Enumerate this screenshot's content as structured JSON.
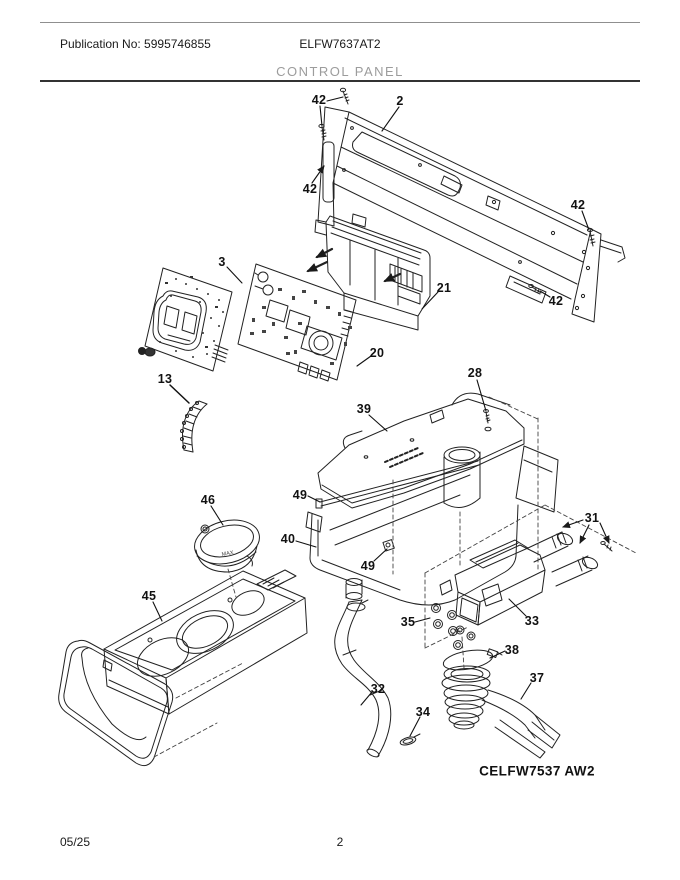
{
  "header": {
    "publication": "Publication No: 5995746855",
    "model": "ELFW7637AT2",
    "section_title": "CONTROL PANEL"
  },
  "diagram": {
    "variant_code": "CELFW7537 AW2",
    "cup_marking": "MAX",
    "callouts": [
      {
        "part": "42"
      },
      {
        "part": "2"
      },
      {
        "part": "42"
      },
      {
        "part": "42"
      },
      {
        "part": "42"
      },
      {
        "part": "3"
      },
      {
        "part": "21"
      },
      {
        "part": "20"
      },
      {
        "part": "13"
      },
      {
        "part": "39"
      },
      {
        "part": "28"
      },
      {
        "part": "49"
      },
      {
        "part": "40"
      },
      {
        "part": "49"
      },
      {
        "part": "46"
      },
      {
        "part": "45"
      },
      {
        "part": "31"
      },
      {
        "part": "35"
      },
      {
        "part": "33"
      },
      {
        "part": "38"
      },
      {
        "part": "37"
      },
      {
        "part": "32"
      },
      {
        "part": "34"
      }
    ]
  },
  "footer": {
    "date": "05/25",
    "page_number": "2"
  },
  "colors": {
    "line": "#222222",
    "heading_muted": "#9c9c9c"
  }
}
